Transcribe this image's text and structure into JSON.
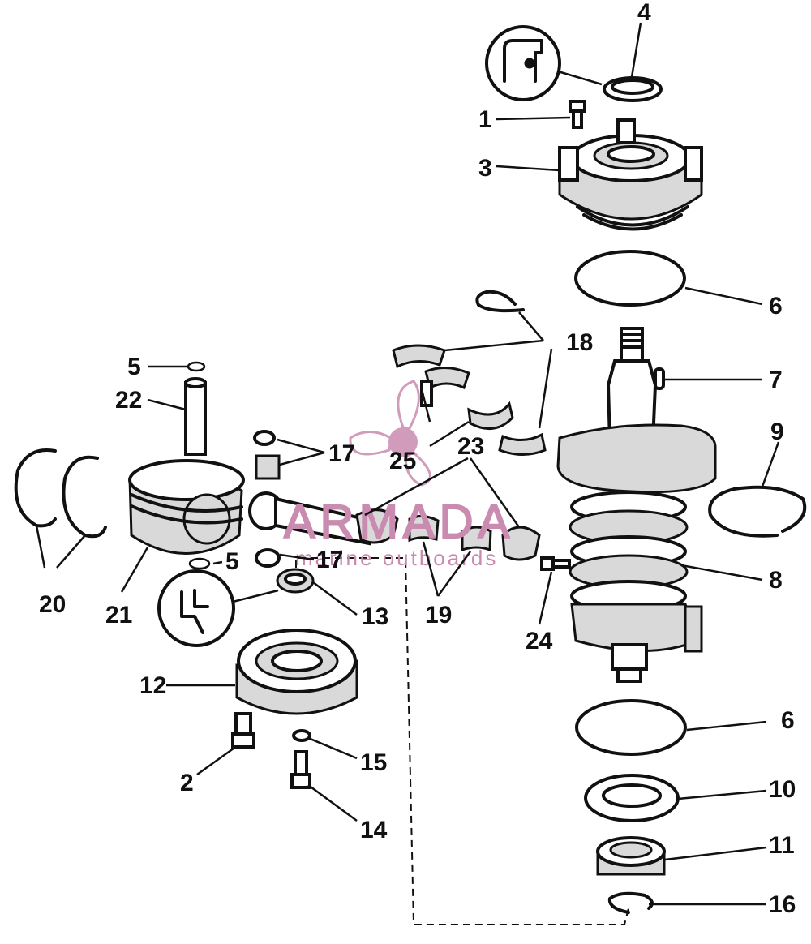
{
  "callouts": {
    "c1": "1",
    "c2": "2",
    "c3": "3",
    "c4": "4",
    "c5a": "5",
    "c5b": "5",
    "c6a": "6",
    "c6b": "6",
    "c7": "7",
    "c8": "8",
    "c9": "9",
    "c10": "10",
    "c11": "11",
    "c12": "12",
    "c13": "13",
    "c14": "14",
    "c15": "15",
    "c16": "16",
    "c17a": "17",
    "c17b": "17",
    "c18": "18",
    "c19": "19",
    "c20": "20",
    "c21": "21",
    "c22": "22",
    "c23": "23",
    "c24": "24",
    "c25": "25"
  },
  "watermark": {
    "brand": "ARMADA",
    "tagline": "marine outboards",
    "color": "#c98bb0"
  }
}
